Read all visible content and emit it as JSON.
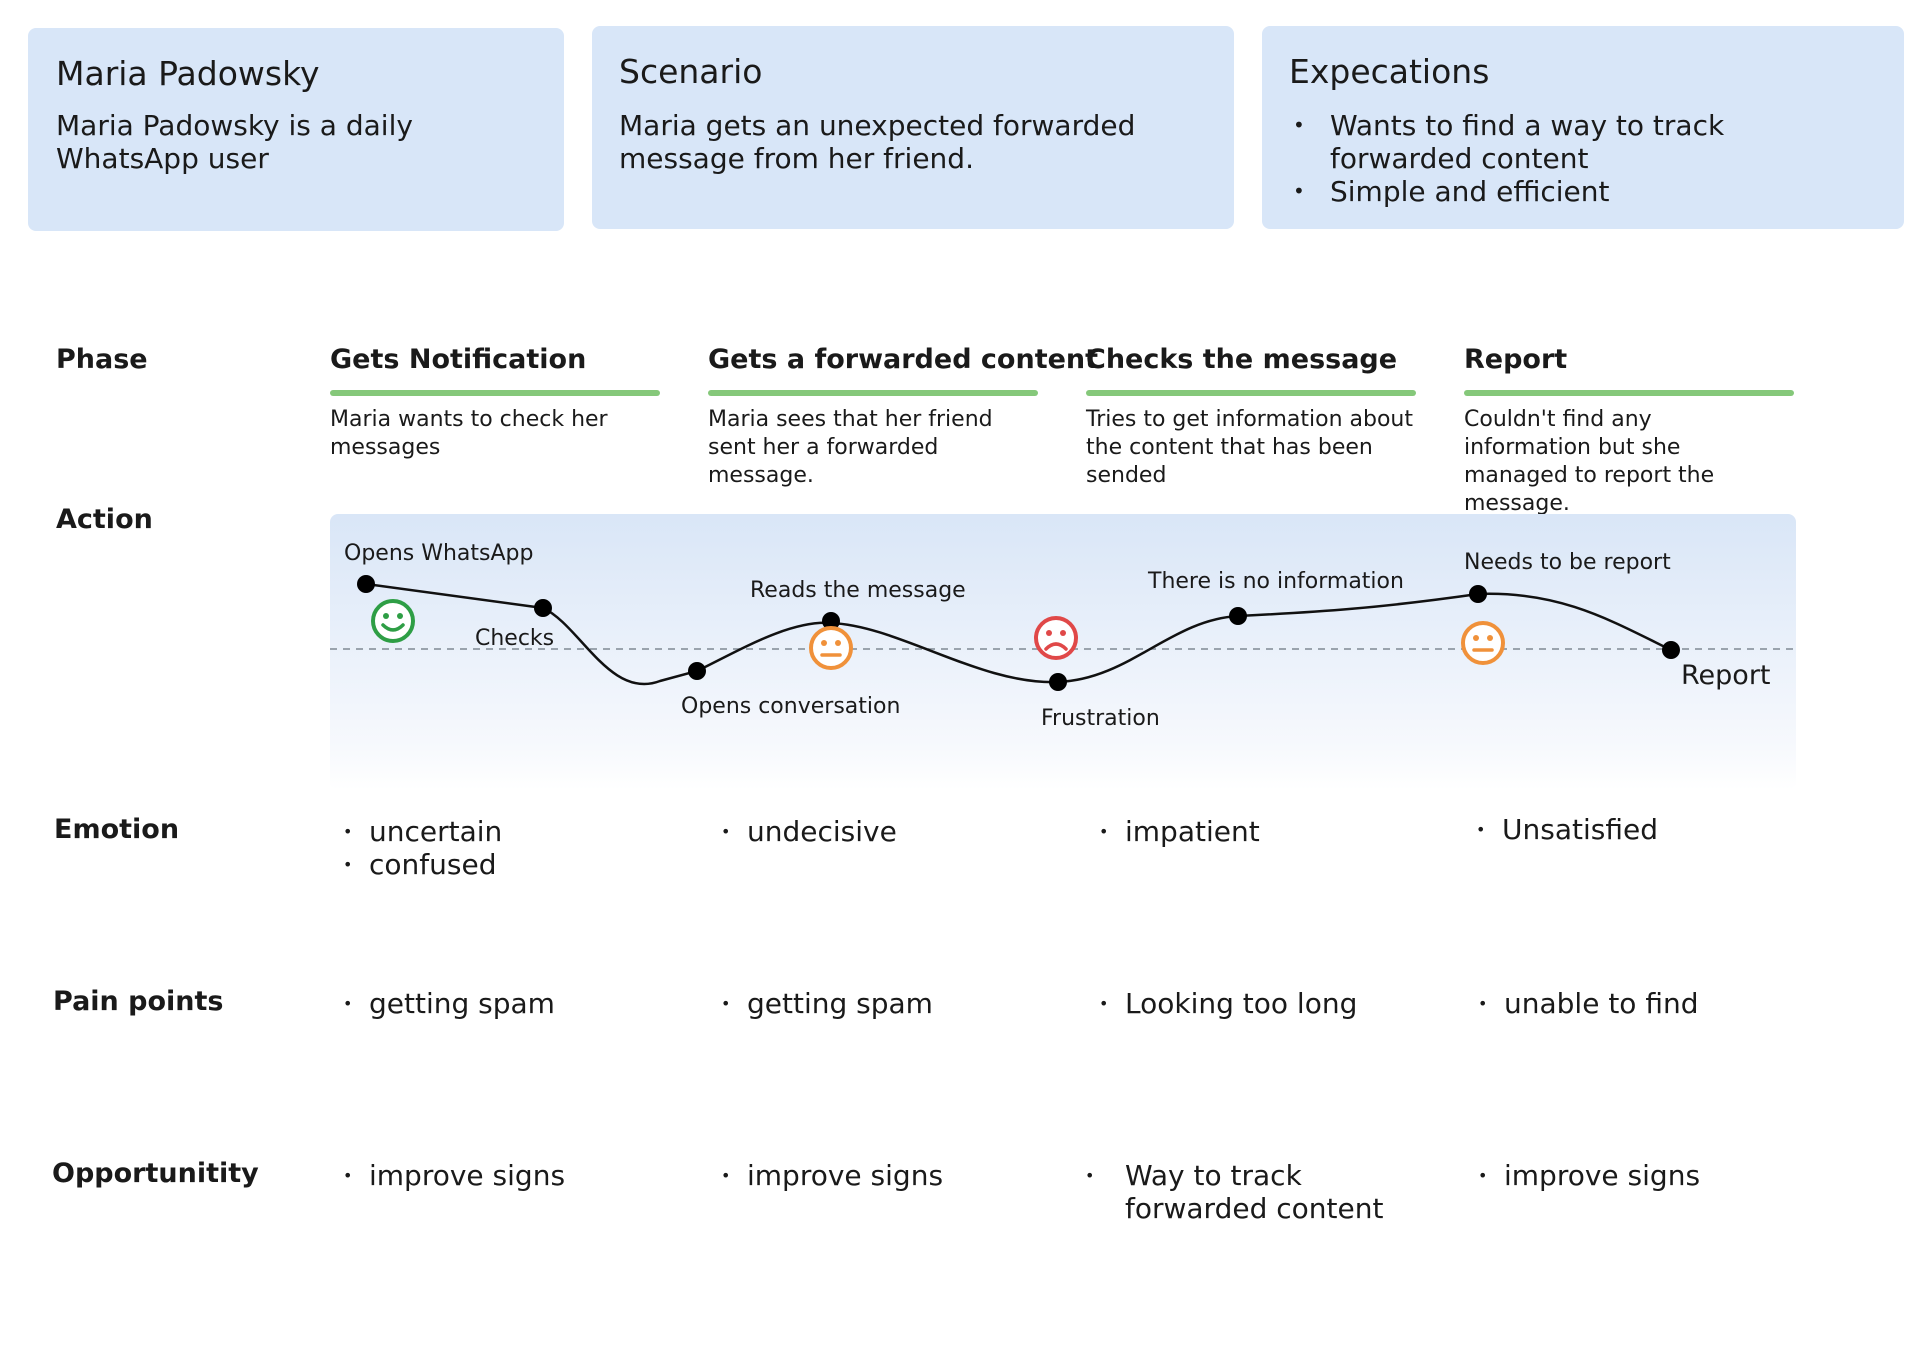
{
  "persona": {
    "name": "Maria Padowsky",
    "description": "Maria Padowsky is a daily WhatsApp user"
  },
  "scenario": {
    "title": "Scenario",
    "description": "Maria gets an unexpected forwarded message from her friend."
  },
  "expectations": {
    "title": "Expecations",
    "items": [
      "Wants to find a way to track forwarded content",
      "Simple and efficient"
    ]
  },
  "row_labels": {
    "phase": "Phase",
    "action": "Action",
    "emotion": "Emotion",
    "pain_points": "Pain points",
    "opportunity": "Opportunitity"
  },
  "phases": [
    {
      "title": "Gets Notification",
      "description": "Maria wants to check her messages"
    },
    {
      "title": "Gets a forwarded content",
      "description": "Maria sees that her friend sent her a forwarded message."
    },
    {
      "title": "Checks the message",
      "description": "Tries to get information about the content that has been sended"
    },
    {
      "title": "Report",
      "description": "Couldn't find any information but she managed to report the message."
    }
  ],
  "actions": [
    {
      "label": "Opens WhatsApp"
    },
    {
      "label": "Checks"
    },
    {
      "label": "Opens conversation"
    },
    {
      "label": "Reads the message"
    },
    {
      "label": "Frustration"
    },
    {
      "label": "There is no information"
    },
    {
      "label": "Needs to be report"
    },
    {
      "label": "Report"
    }
  ],
  "emotion_markers": [
    {
      "icon": "happy-face-icon",
      "color": "#2e9e45"
    },
    {
      "icon": "neutral-face-icon",
      "color": "#f0913a"
    },
    {
      "icon": "sad-face-icon",
      "color": "#e04848"
    },
    {
      "icon": "neutral-face-icon",
      "color": "#f0913a"
    }
  ],
  "emotions": [
    [
      "uncertain",
      "confused"
    ],
    [
      "undecisive"
    ],
    [
      "impatient"
    ],
    [
      "Unsatisfied"
    ]
  ],
  "pain_points": [
    [
      "getting spam"
    ],
    [
      "getting spam"
    ],
    [
      "Looking too long"
    ],
    [
      "unable to find"
    ]
  ],
  "opportunities": [
    [
      "improve signs"
    ],
    [
      "improve signs"
    ],
    [
      "Way to track forwarded content"
    ],
    [
      "improve signs"
    ]
  ],
  "colors": {
    "card_bg": "#d8e6f8",
    "phase_bar": "#85c87a",
    "happy": "#2e9e45",
    "neutral": "#f0913a",
    "sad": "#e04848"
  }
}
